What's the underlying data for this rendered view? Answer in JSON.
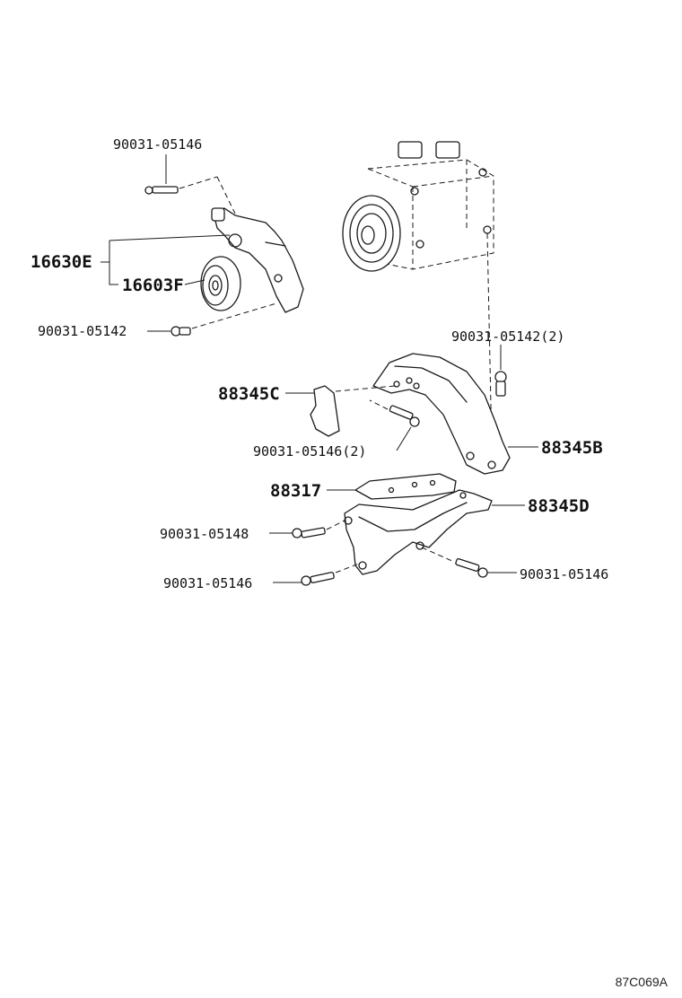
{
  "parts": {
    "bolt_top": "90031-05146",
    "bracket_assy": "16630E",
    "idler_pulley": "16603F",
    "bolt_lower_left": "90031-05142",
    "bolt_2_right": "90031-05142(2)",
    "bracket_c": "88345C",
    "bolt_2_mid": "90031-05146(2)",
    "bracket_b": "88345B",
    "plate": "88317",
    "bracket_d": "88345D",
    "bolt_05148": "90031-05148",
    "bolt_bottom_left": "90031-05146",
    "bolt_bottom_right": "90031-05146"
  },
  "figure_ref": "87C069A"
}
